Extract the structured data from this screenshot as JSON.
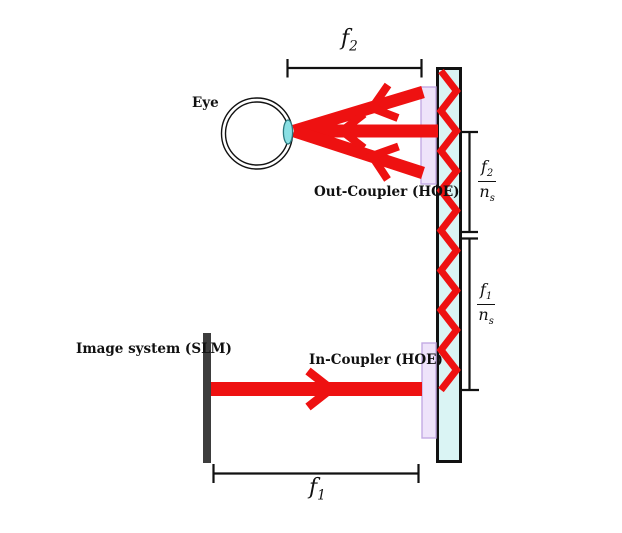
{
  "labels": {
    "eye": "Eye",
    "out_coupler": "Out-Coupler (HOE)",
    "in_coupler": "In-Coupler (HOE)",
    "image_system": "Image system (SLM)"
  },
  "dimensions": {
    "f2": {
      "base": "f",
      "sub": "2"
    },
    "f1": {
      "base": "f",
      "sub": "1"
    },
    "f2_over_ns": {
      "num_base": "f",
      "num_sub": "2",
      "den_base": "n",
      "den_sub": "s"
    },
    "f1_over_ns": {
      "num_base": "f",
      "num_sub": "1",
      "den_base": "n",
      "den_sub": "s"
    }
  },
  "colors": {
    "beam_red": "#ee1111",
    "waveguide_fill": "#daf4f4",
    "waveguide_border": "#111111",
    "hoe_fill": "#eee3fa",
    "hoe_border": "#c3aae3",
    "slm_gray": "#3d3d3d",
    "lens_fill": "#8ae0e4",
    "lens_border": "#2c7a80",
    "line_black": "#111111"
  }
}
